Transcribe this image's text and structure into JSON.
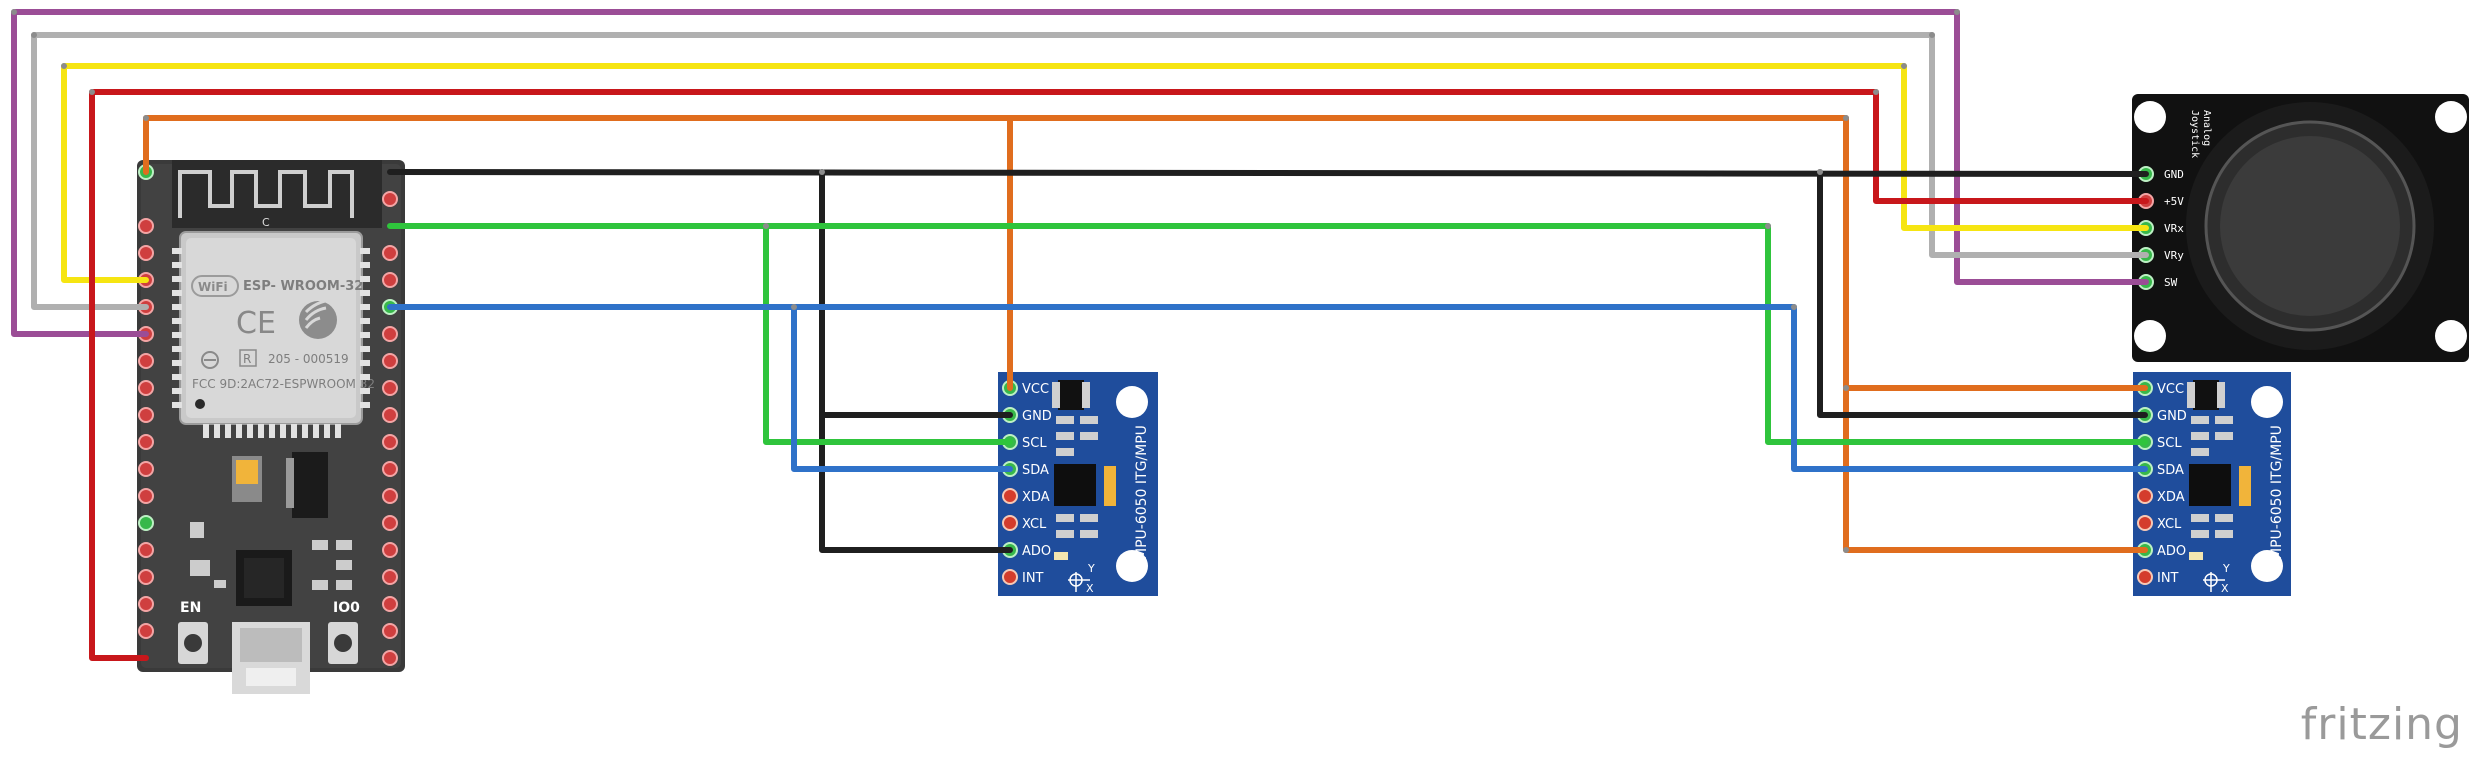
{
  "esp32": {
    "module_brand": "WiFi",
    "module_name": "ESP- WROOM-32",
    "ce_mark": "CE",
    "r_mark": "R",
    "cert_number": "205 - 000519",
    "fcc_id": "FCC 9D:2AC72-ESPWROOM 32",
    "antenna_letter": "C",
    "en_label": "EN",
    "io0_label": "IO0"
  },
  "joystick": {
    "title_line1": "Analog",
    "title_line2": "Joystick",
    "pins": [
      "GND",
      "+5V",
      "VRx",
      "VRy",
      "SW"
    ]
  },
  "mpu_left": {
    "pins": [
      "VCC",
      "GND",
      "SCL",
      "SDA",
      "XDA",
      "XCL",
      "ADO",
      "INT"
    ],
    "title": "MPU-6050 ITG/MPU",
    "axis_y": "Y",
    "axis_x": "X"
  },
  "mpu_right": {
    "pins": [
      "VCC",
      "GND",
      "SCL",
      "SDA",
      "XDA",
      "XCL",
      "ADO",
      "INT"
    ],
    "title": "MPU-6050 ITG/MPU",
    "axis_y": "Y",
    "axis_x": "X"
  },
  "watermark": "fritzing",
  "wire_colors": {
    "purple": "#9b4d96",
    "gray": "#b0b0b0",
    "yellow": "#f6e512",
    "red": "#c8171b",
    "orange": "#e06d1e",
    "black": "#1f1f1f",
    "green": "#2fc43c",
    "blue": "#2f72c9"
  }
}
